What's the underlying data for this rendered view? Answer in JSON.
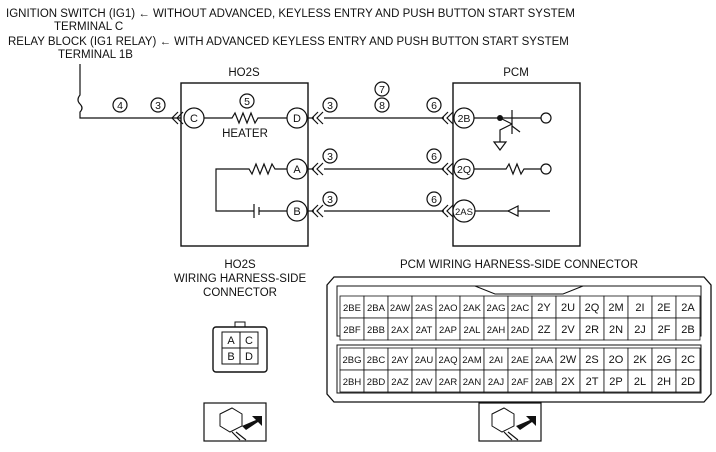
{
  "header": {
    "line1": "IGNITION SWITCH (IG1) ← WITHOUT ADVANCED, KEYLESS ENTRY AND PUSH BUTTON START SYSTEM",
    "line2": "TERMINAL C",
    "line3": "RELAY BLOCK (IG1 RELAY) ← WITH ADVANCED KEYLESS ENTRY AND PUSH BUTTON START SYSTEM",
    "line4": "TERMINAL 1B"
  },
  "ho2s": {
    "title": "HO2S",
    "heater_label": "HEATER",
    "pins": {
      "c": "C",
      "d": "D",
      "a": "A",
      "b": "B"
    }
  },
  "pcm": {
    "title": "PCM",
    "pins": {
      "p2b": "2B",
      "p2q": "2Q",
      "p2as": "2AS"
    }
  },
  "wire_codes": {
    "w4": "4",
    "w3a": "3",
    "w5": "5",
    "w3b": "3",
    "w7": "7",
    "w8": "8",
    "w6a": "6",
    "w3c": "3",
    "w6b": "6",
    "w3d": "3",
    "w6c": "6"
  },
  "ho2s_connector": {
    "title1": "HO2S",
    "title2": "WIRING HARNESS-SIDE",
    "title3": "CONNECTOR",
    "cells": [
      "A",
      "C",
      "B",
      "D"
    ]
  },
  "pcm_connector": {
    "title": "PCM WIRING HARNESS-SIDE CONNECTOR",
    "upper_rows": [
      [
        "2BE",
        "2BA",
        "2AW",
        "2AS",
        "2AO",
        "2AK",
        "2AG",
        "2AC",
        "2Y",
        "2U",
        "2Q",
        "2M",
        "2I",
        "2E",
        "2A"
      ],
      [
        "2BF",
        "2BB",
        "2AX",
        "2AT",
        "2AP",
        "2AL",
        "2AH",
        "2AD",
        "2Z",
        "2V",
        "2R",
        "2N",
        "2J",
        "2F",
        "2B"
      ]
    ],
    "lower_rows": [
      [
        "2BG",
        "2BC",
        "2AY",
        "2AU",
        "2AQ",
        "2AM",
        "2AI",
        "2AE",
        "2AA",
        "2W",
        "2S",
        "2O",
        "2K",
        "2G",
        "2C"
      ],
      [
        "2BH",
        "2BD",
        "2AZ",
        "2AV",
        "2AR",
        "2AN",
        "2AJ",
        "2AF",
        "2AB",
        "2X",
        "2T",
        "2P",
        "2L",
        "2H",
        "2D"
      ]
    ]
  }
}
